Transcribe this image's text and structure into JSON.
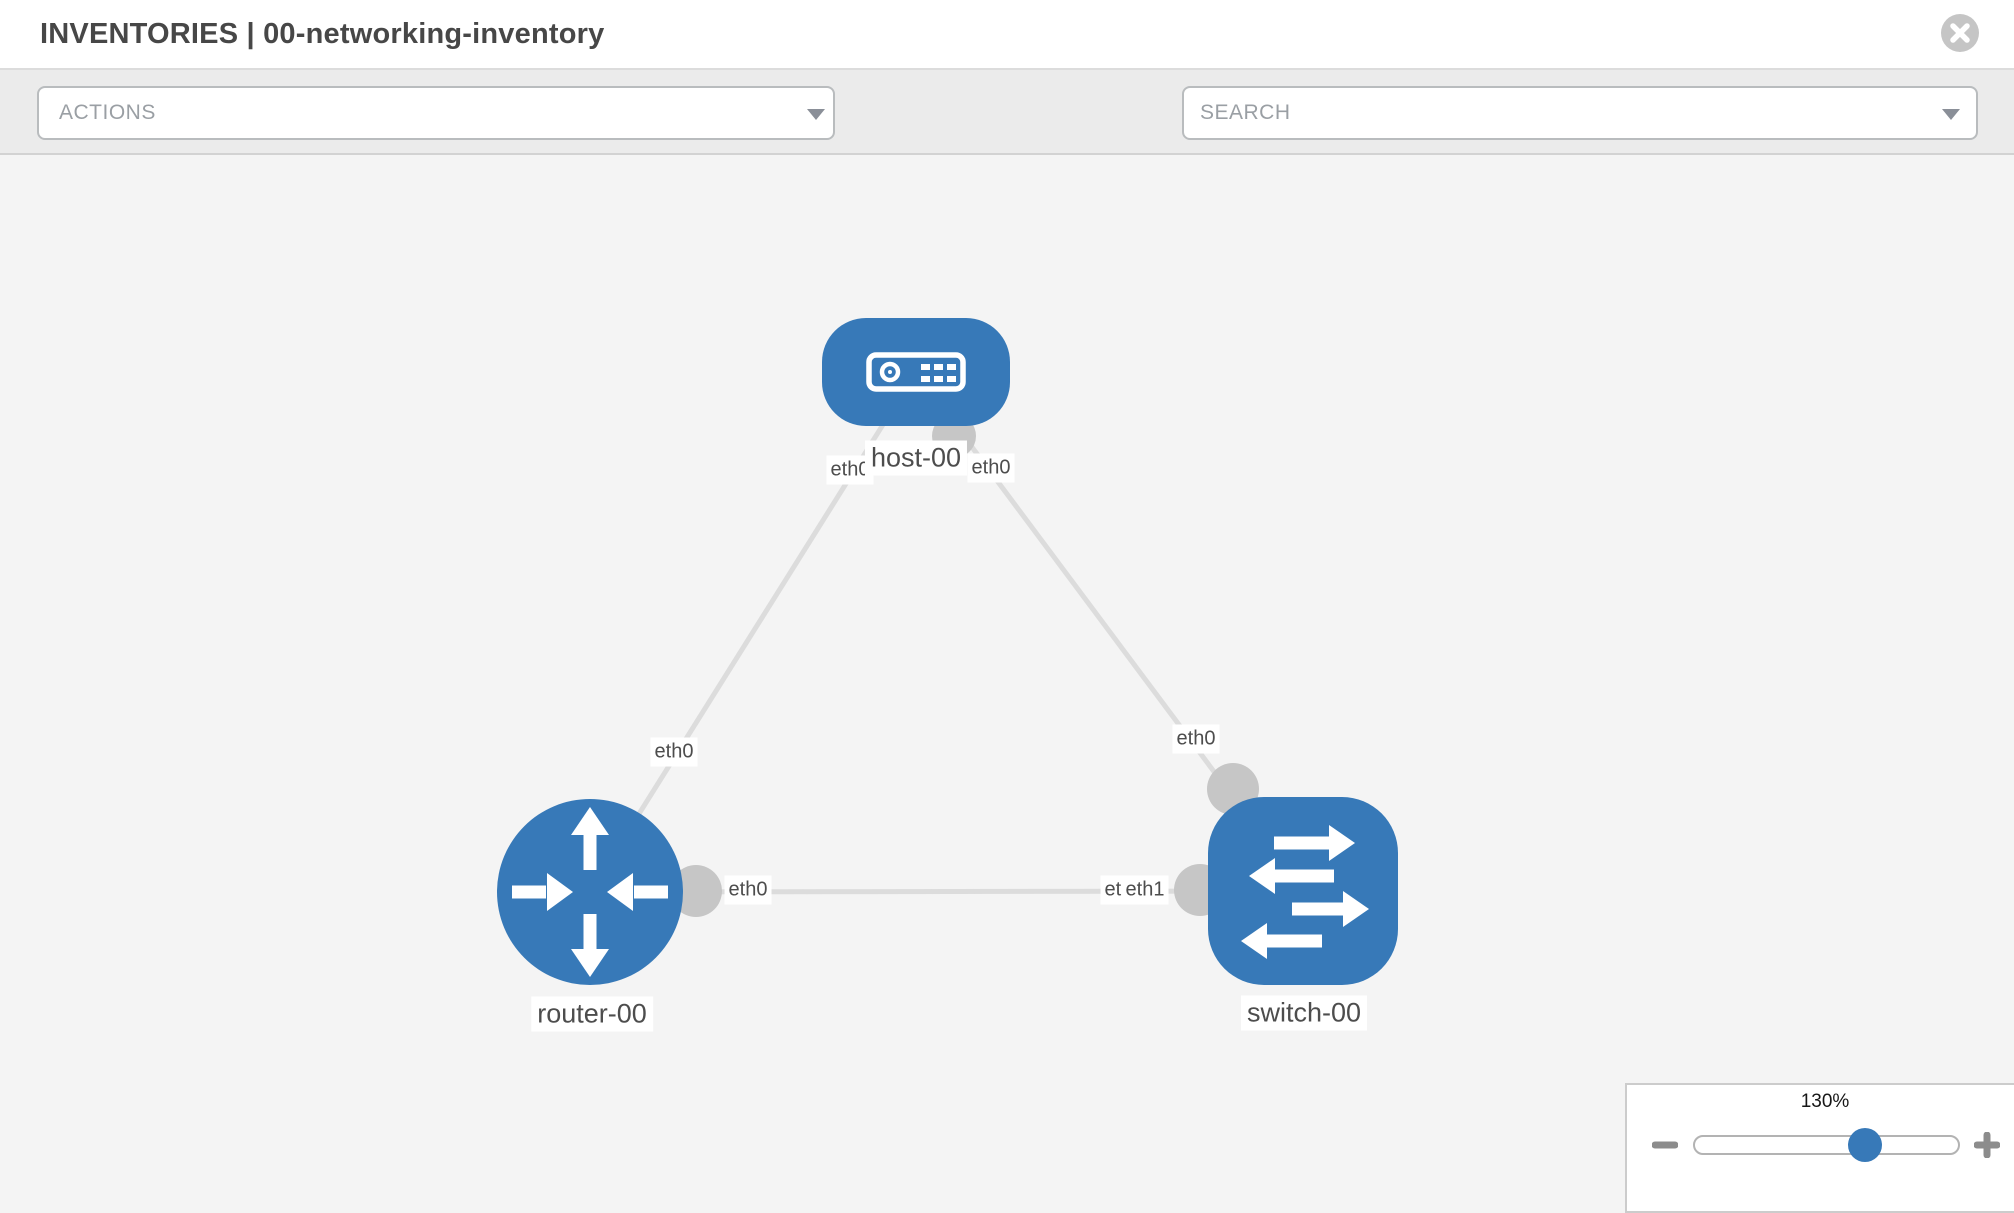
{
  "header": {
    "title": "INVENTORIES | 00-networking-inventory",
    "close_icon": "x-circle"
  },
  "toolbar": {
    "actions_dropdown": {
      "label": "ACTIONS",
      "chevron_icon": "chevron-down"
    },
    "tools": [
      {
        "icon": "wrench-icon"
      },
      {
        "icon": "key-icon"
      }
    ],
    "search_dropdown": {
      "label": "SEARCH",
      "chevron_icon": "chevron-down"
    }
  },
  "topology": {
    "nodes": [
      {
        "label": "host-00",
        "type": "host"
      },
      {
        "label": "router-00",
        "type": "router"
      },
      {
        "label": "switch-00",
        "type": "switch"
      }
    ],
    "links": [
      {
        "from": "host-00",
        "from_interface": "eth0",
        "to": "router-00",
        "to_interface": "eth0"
      },
      {
        "from": "host-00",
        "from_interface": "eth0",
        "to": "switch-00",
        "to_interface": "eth0"
      },
      {
        "from": "router-00",
        "from_interface": "eth0",
        "to": "switch-00",
        "to_interface": "eth1",
        "to_interface_overlapped": "eth0"
      }
    ]
  },
  "zoom_control": {
    "level": "130%",
    "minus_icon": "minus",
    "plus_icon": "plus"
  },
  "colors": {
    "node_fill": "#3779b8",
    "link": "#dcdcdc",
    "connector": "#c6c6c6",
    "label_text": "#4d4d4d",
    "toolbar_bg": "#ebebeb",
    "canvas_bg": "#f4f4f4"
  }
}
